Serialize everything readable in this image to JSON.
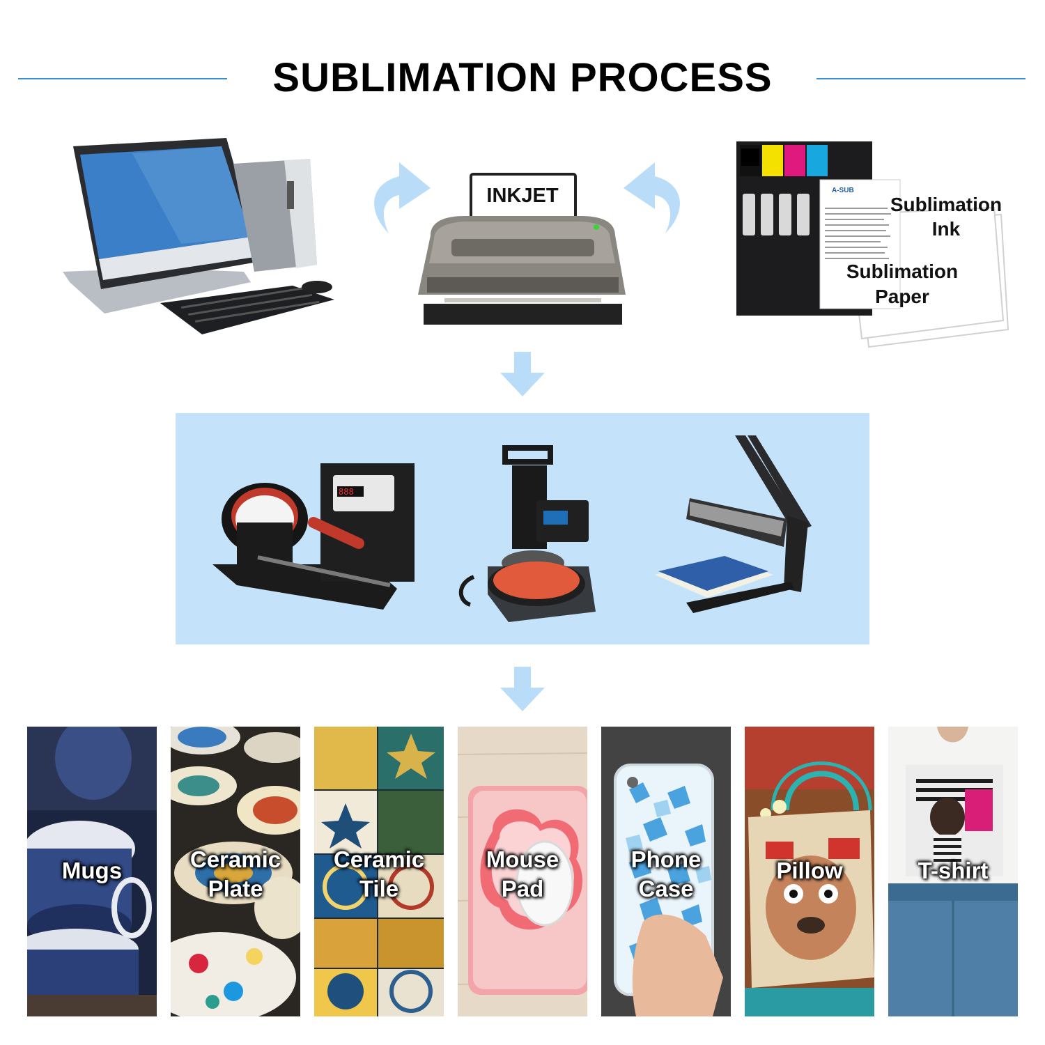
{
  "title": "SUBLIMATION PROCESS",
  "printer": {
    "label": "INKJET"
  },
  "supplies": {
    "ink_label": [
      "Sublimation",
      "Ink"
    ],
    "paper_label": [
      "Sublimation",
      "Paper"
    ],
    "brand": "A-SUB"
  },
  "products": [
    {
      "label": [
        "Mugs"
      ]
    },
    {
      "label": [
        "Ceramic",
        "Plate"
      ]
    },
    {
      "label": [
        "Ceramic",
        "Tile"
      ]
    },
    {
      "label": [
        "Mouse",
        "Pad"
      ]
    },
    {
      "label": [
        "Phone",
        "Case"
      ]
    },
    {
      "label": [
        "Pillow"
      ]
    },
    {
      "label": [
        "T-shirt"
      ]
    }
  ],
  "colors": {
    "accent_line": "#3b8fd4",
    "arrow": "#b9dcf8",
    "panel": "#c5e2fb"
  },
  "icons": [
    "computer-icon",
    "printer-icon",
    "ink-cartridge-icon",
    "mug-press-icon",
    "plate-press-icon",
    "flat-heat-press-icon"
  ]
}
